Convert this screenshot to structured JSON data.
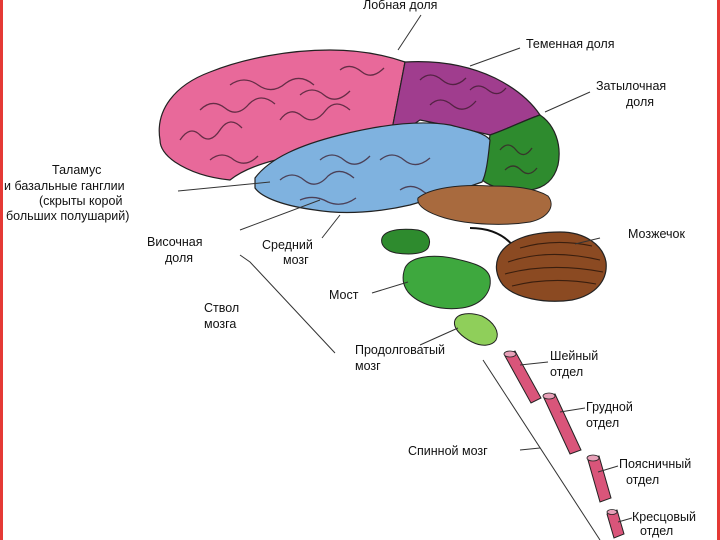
{
  "labels": {
    "frontal": "Лобная доля",
    "parietal": "Теменная доля",
    "occipital_1": "Затылочная",
    "occipital_2": "доля",
    "thalamus_1": "Таламус",
    "thalamus_2": "и базальные ганглии",
    "thalamus_3": "(скрыты корой",
    "thalamus_4": "больших полушарий)",
    "temporal_1": "Височная",
    "temporal_2": "доля",
    "midbrain_1": "Средний",
    "midbrain_2": "мозг",
    "cerebellum": "Мозжечок",
    "pons": "Мост",
    "brainstem_1": "Ствол",
    "brainstem_2": "мозга",
    "medulla_1": "Продолговатый",
    "medulla_2": "мозг",
    "cervical_1": "Шейный",
    "cervical_2": "отдел",
    "thoracic_1": "Грудной",
    "thoracic_2": "отдел",
    "spinal_cord": "Спинной мозг",
    "lumbar_1": "Поясничный",
    "lumbar_2": "отдел",
    "sacral_1": "Кресцовый",
    "sacral_2": "отдел"
  },
  "colors": {
    "frontal": "#e8699a",
    "parietal": "#a03d8e",
    "occipital": "#2e8b2e",
    "temporal": "#7fb2df",
    "cerebellum_under": "#a86a3e",
    "cerebellum": "#8b4a22",
    "midbrain": "#2e8b2e",
    "pons": "#3ea83e",
    "medulla": "#8fcf5a",
    "spinal": "#d9557a",
    "frame": "#e53935"
  }
}
